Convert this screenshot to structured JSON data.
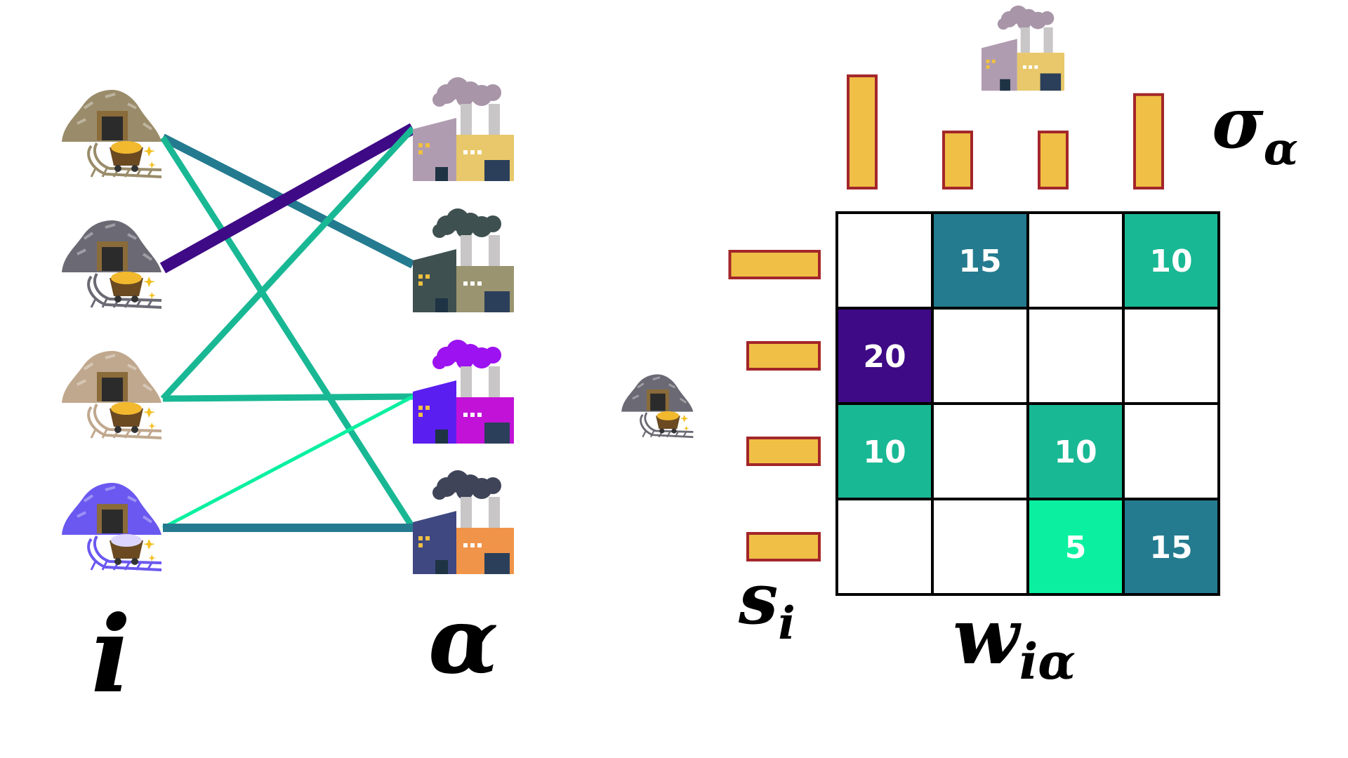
{
  "labels": {
    "mines_index": "i",
    "factories_index": "α",
    "mine_strength": "s",
    "mine_strength_sub": "i",
    "factory_strength": "σ",
    "factory_strength_sub": "α",
    "weight": "w",
    "weight_sub": "iα"
  },
  "colors": {
    "bar_fill": "#f0bf45",
    "bar_stroke": "#a3262a",
    "w_5": "#0af0a0",
    "w_10": "#19b894",
    "w_15": "#247b8f",
    "w_20": "#3e0a85",
    "grid": "#000000"
  },
  "mines": [
    {
      "id": "mine-1",
      "color": "#9a8c6a",
      "cart": "#f2b92e"
    },
    {
      "id": "mine-2",
      "color": "#6b6a74",
      "cart": "#f2b92e"
    },
    {
      "id": "mine-3",
      "color": "#c0a88e",
      "cart": "#f2b92e"
    },
    {
      "id": "mine-4",
      "color": "#6a58f0",
      "cart": "#dcd6ff"
    }
  ],
  "factories": [
    {
      "id": "factory-1",
      "left": "#b09cb0",
      "right": "#e8c86a",
      "smoke": "#a895a8"
    },
    {
      "id": "factory-2",
      "left": "#3f5050",
      "right": "#9a9470",
      "smoke": "#3f5050"
    },
    {
      "id": "factory-3",
      "left": "#5a1ef0",
      "right": "#c312d8",
      "smoke": "#9c12f0"
    },
    {
      "id": "factory-4",
      "left": "#3f4880",
      "right": "#f0944a",
      "smoke": "#3f4458"
    }
  ],
  "links": [
    {
      "mine": 1,
      "factory": 2,
      "weight": 15
    },
    {
      "mine": 1,
      "factory": 4,
      "weight": 10
    },
    {
      "mine": 2,
      "factory": 1,
      "weight": 20
    },
    {
      "mine": 3,
      "factory": 1,
      "weight": 10
    },
    {
      "mine": 3,
      "factory": 3,
      "weight": 10
    },
    {
      "mine": 4,
      "factory": 3,
      "weight": 5
    },
    {
      "mine": 4,
      "factory": 4,
      "weight": 15
    }
  ],
  "matrix": [
    [
      "",
      "15",
      "",
      "10"
    ],
    [
      "20",
      "",
      "",
      ""
    ],
    [
      "10",
      "",
      "10",
      ""
    ],
    [
      "",
      "",
      "5",
      "15"
    ]
  ],
  "mine_strengths": [
    25,
    20,
    20,
    20
  ],
  "factory_strengths": [
    30,
    15,
    15,
    25
  ]
}
